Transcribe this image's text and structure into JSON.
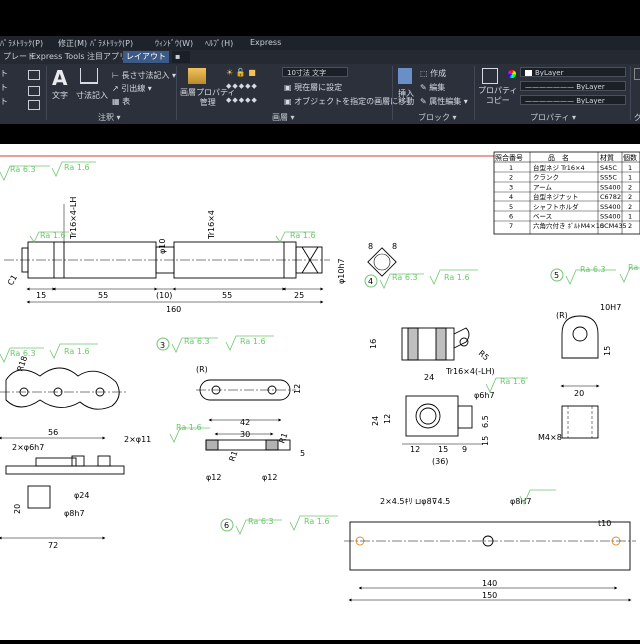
{
  "menu": [
    "ﾊﾟﾗﾒﾄﾘｯｸ(P)",
    "修正(M)",
    "ﾊﾟﾗﾒﾄﾘｯｸ(P)",
    "ｳｨﾝﾄﾞｳ(W)",
    "ﾍﾙﾌﾟ(H)",
    "Express"
  ],
  "tabs": [
    "プレート",
    "Express Tools",
    "注目アプリ",
    "レイアウト"
  ],
  "ribbon": {
    "annotation": {
      "text_label": "文字",
      "dimension_label": "寸法記入",
      "linear_dim": "長さ寸法記入",
      "leader": "引出線",
      "table": "表",
      "panel": "注釈 ▾"
    },
    "layers": {
      "props_label": "画層プロパティ\n管理",
      "layer_combo": "10寸法 文字",
      "set_current": "現在層に設定",
      "match_layer": "オブジェクトを指定の画層に移動",
      "panel": "画層 ▾"
    },
    "block": {
      "insert_label": "挿入",
      "create": "作成",
      "edit": "編集",
      "edit_attrs": "属性編集 ▾",
      "panel": "ブロック ▾"
    },
    "properties": {
      "match_label": "プロパティ\nコピー",
      "color": "ByLayer",
      "linetype": "ByLayer",
      "lineweight": "ByLayer",
      "panel": "プロパティ ▾",
      "group_cut": "グ"
    }
  },
  "parts_table": {
    "headers": [
      "照合番号",
      "品　名",
      "材質",
      "個数"
    ],
    "rows": [
      [
        "1",
        "台型ネジ Tr16×4",
        "S45C",
        "1"
      ],
      [
        "2",
        "クランク",
        "SS5C",
        "1"
      ],
      [
        "3",
        "アーム",
        "SS400",
        "2"
      ],
      [
        "4",
        "台型ネジナット",
        "C6782",
        "2"
      ],
      [
        "5",
        "シャフトホルダ",
        "SS400",
        "2"
      ],
      [
        "6",
        "ベース",
        "SS400",
        "1"
      ],
      [
        "7",
        "六角穴付き ﾎﾞﾙﾄM4×10",
        "SCM435",
        "2"
      ]
    ]
  },
  "drawing": {
    "part1": {
      "roughness_a": "Ra 6.3",
      "roughness_b": "Ra 1.6",
      "thread_left": "Tr16×4-LH",
      "thread_right": "Tr16×4",
      "phi10": "φ10",
      "dims": [
        "15",
        "55",
        "(10)",
        "55",
        "25",
        "160"
      ],
      "c1": "C1",
      "phi10h7": "φ10h7",
      "ra16_small": "Ra 1.6",
      "sq8": "8",
      "sq8b": "8"
    },
    "part2": {
      "roughness_a": "Ra 6.3",
      "roughness_b": "Ra 1.6",
      "r18": "R18",
      "dim56": "56",
      "holes": "2×φ6h7",
      "phi24": "φ24",
      "phi8h7": "φ8h7",
      "dim20": "20",
      "dim72": "72"
    },
    "part3": {
      "number": "3",
      "roughness_a": "Ra 6.3",
      "roughness_b": "Ra 1.6",
      "r": "(R)",
      "dim12": "12",
      "dim42": "42",
      "dim30": "30",
      "holes": "2×φ11",
      "ra16": "Ra 1.6",
      "r1": "R1",
      "r1b": "R1",
      "dim5": "5",
      "phi12a": "φ12",
      "phi12b": "φ12"
    },
    "part4": {
      "number": "4",
      "roughness_a": "Ra 6.3",
      "roughness_b": "Ra 1.6",
      "thread": "Tr16×4(-LH)",
      "dim16": "16",
      "r5": "R5",
      "dim24": "24",
      "dim24v": "24",
      "dim12v": "12",
      "phi6h7": "φ6h7",
      "ra16": "Ra 1.6",
      "dims_bottom": [
        "12",
        "15",
        "9"
      ],
      "dim36": "(36)",
      "dim65": "6.5",
      "dim15v": "15"
    },
    "part5": {
      "number": "5",
      "roughness_a": "Ra 6.3",
      "roughness_b": "Ra",
      "r": "(R)",
      "hole": "10H7",
      "dim20": "20",
      "dim3x": "15",
      "m4": "M4×8"
    },
    "part6": {
      "number": "6",
      "roughness_a": "Ra 6.3",
      "roughness_b": "Ra 1.6",
      "bolt_holes": "2×4.5ｷﾘ ⊔φ8⊽4.5",
      "phi8h7": "φ8H7",
      "t10": "t10",
      "dim140": "140",
      "dim150": "150"
    }
  },
  "colors": {
    "accent_tab": "#3c5a88",
    "roughness_green": "#6ec66e",
    "ribbon_bg": "#2b303a"
  }
}
